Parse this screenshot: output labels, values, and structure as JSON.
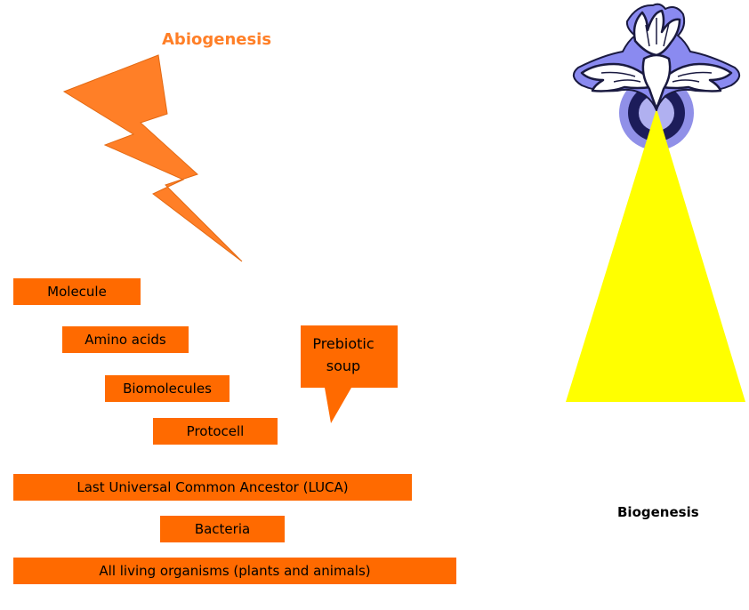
{
  "abiogenesis": {
    "title": "Abiogenesis",
    "accent_color": "#FF7F27",
    "box_color": "#FF6A00"
  },
  "sequence": [
    {
      "label": "Molecule"
    },
    {
      "label": "Amino acids"
    },
    {
      "label": "Biomolecules"
    },
    {
      "label": "Protocell"
    },
    {
      "label": "Last Universal Common Ancestor (LUCA)"
    },
    {
      "label": "Bacteria"
    },
    {
      "label": "All living organisms (plants and animals)"
    }
  ],
  "callout": {
    "line1": "Prebiotic",
    "line2": "soup"
  },
  "biogenesis": {
    "title": "Biogenesis",
    "beam_color": "#FFFF00",
    "icon": "dove-icon"
  }
}
